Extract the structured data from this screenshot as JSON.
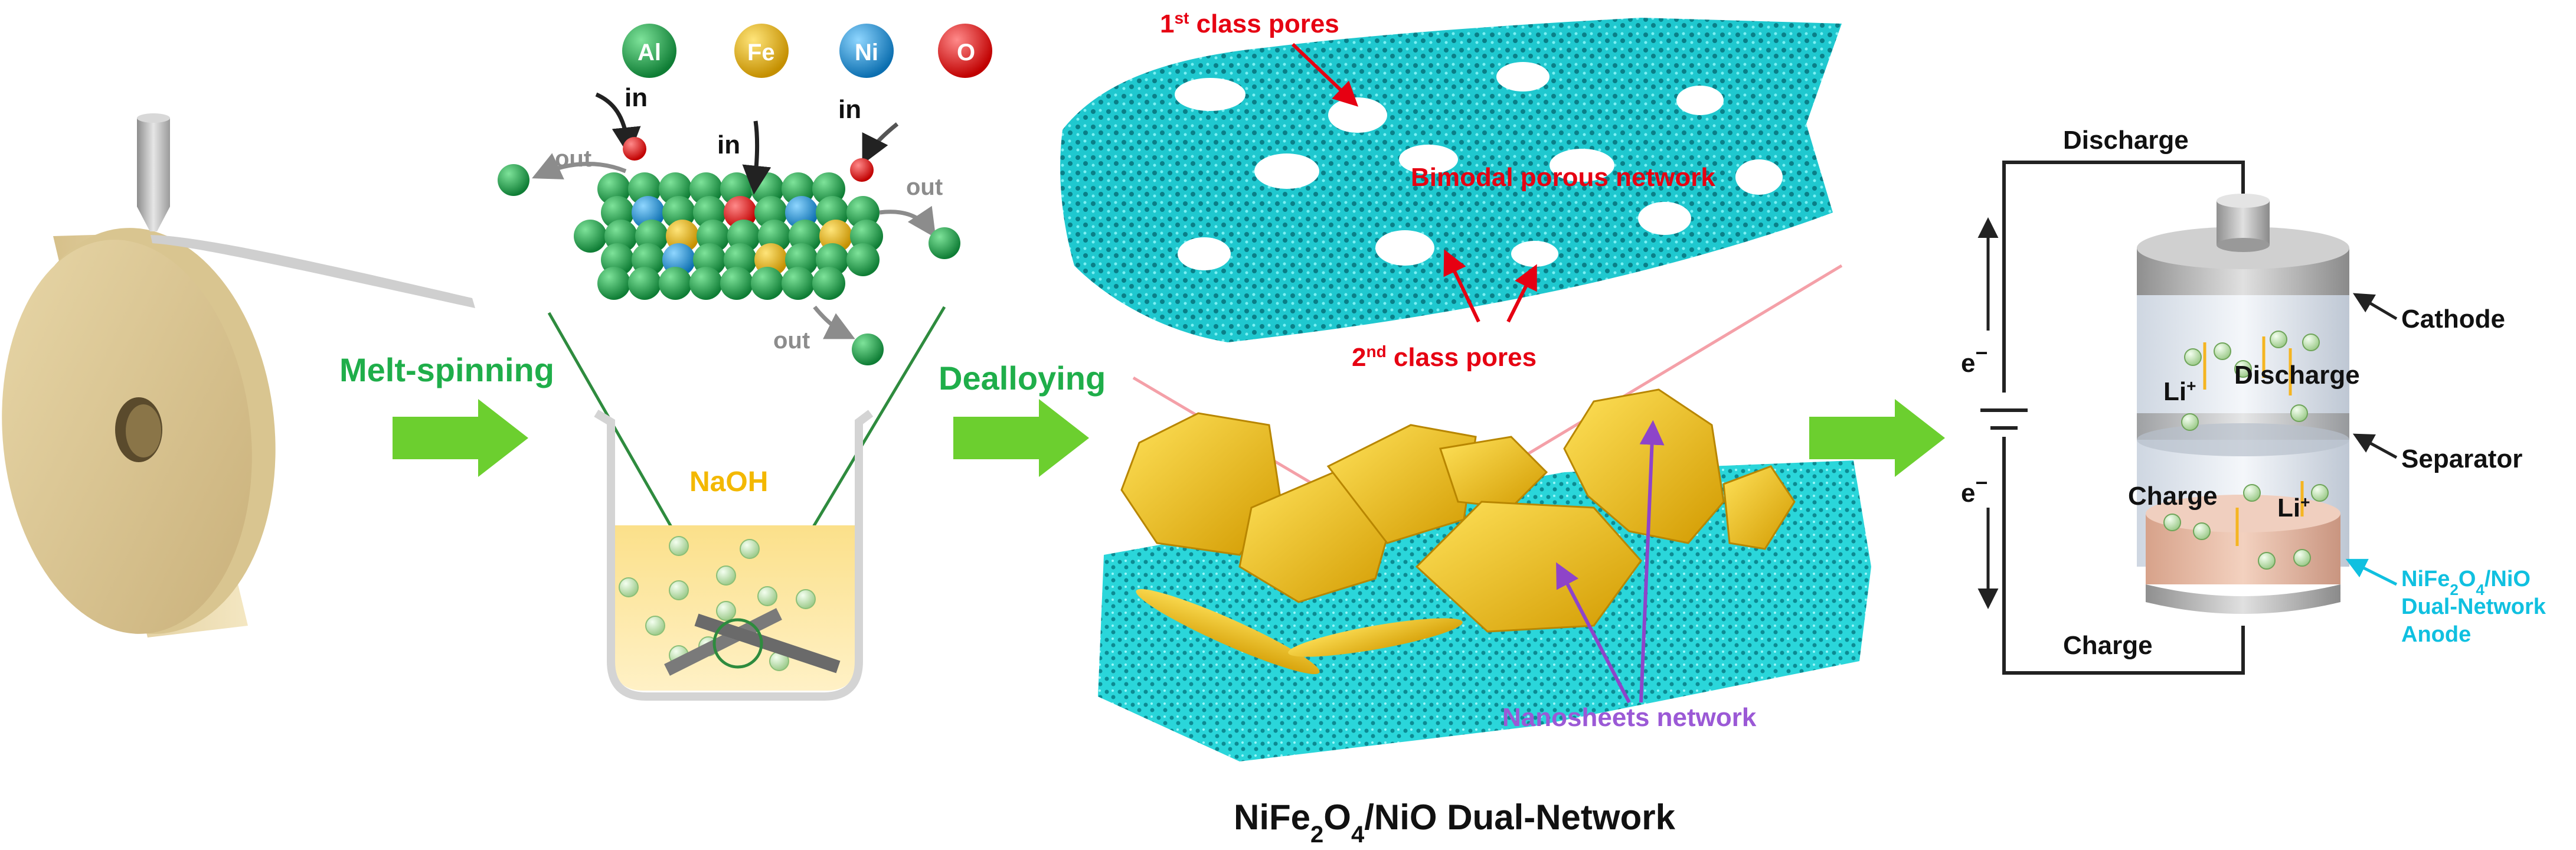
{
  "elements": {
    "al": "Al",
    "fe": "Fe",
    "ni": "Ni",
    "o": "O",
    "colors": {
      "al": "#1a9a45",
      "fe": "#e0b000",
      "ni": "#1e9ad6",
      "o": "#e21717"
    }
  },
  "arrows": {
    "in": "in",
    "out": "out"
  },
  "steps": {
    "melt_spinning": "Melt-spinning",
    "dealloying": "Dealloying"
  },
  "beaker": {
    "solution": "NaOH"
  },
  "pores": {
    "first": {
      "num": "1",
      "sup": "st",
      "rest": " class pores"
    },
    "second": {
      "num": "2",
      "sup": "nd",
      "rest": " class pores"
    },
    "bimodal": "Bimodal porous network"
  },
  "nanosheets": "Nanosheets network",
  "title": {
    "a": "NiFe",
    "b": "2",
    "c": "O",
    "d": "4",
    "e": "/NiO Dual-Network"
  },
  "battery": {
    "discharge_top": "Discharge",
    "charge_bottom": "Charge",
    "electron": "e",
    "electron_sup": "−",
    "li": "Li",
    "li_sup": "+",
    "inner_discharge": "Discharge",
    "inner_charge": "Charge",
    "cathode": "Cathode",
    "separator": "Separator",
    "anode_line1_a": "NiFe",
    "anode_line1_b": "2",
    "anode_line1_c": "O",
    "anode_line1_d": "4",
    "anode_line1_e": "/NiO",
    "anode_line2": "Dual-Network",
    "anode_line3": "Anode"
  },
  "accent": {
    "green_arrow": "#6ccf2f",
    "cyan_network": "#22d3d8",
    "gold": "#e8c21e"
  }
}
